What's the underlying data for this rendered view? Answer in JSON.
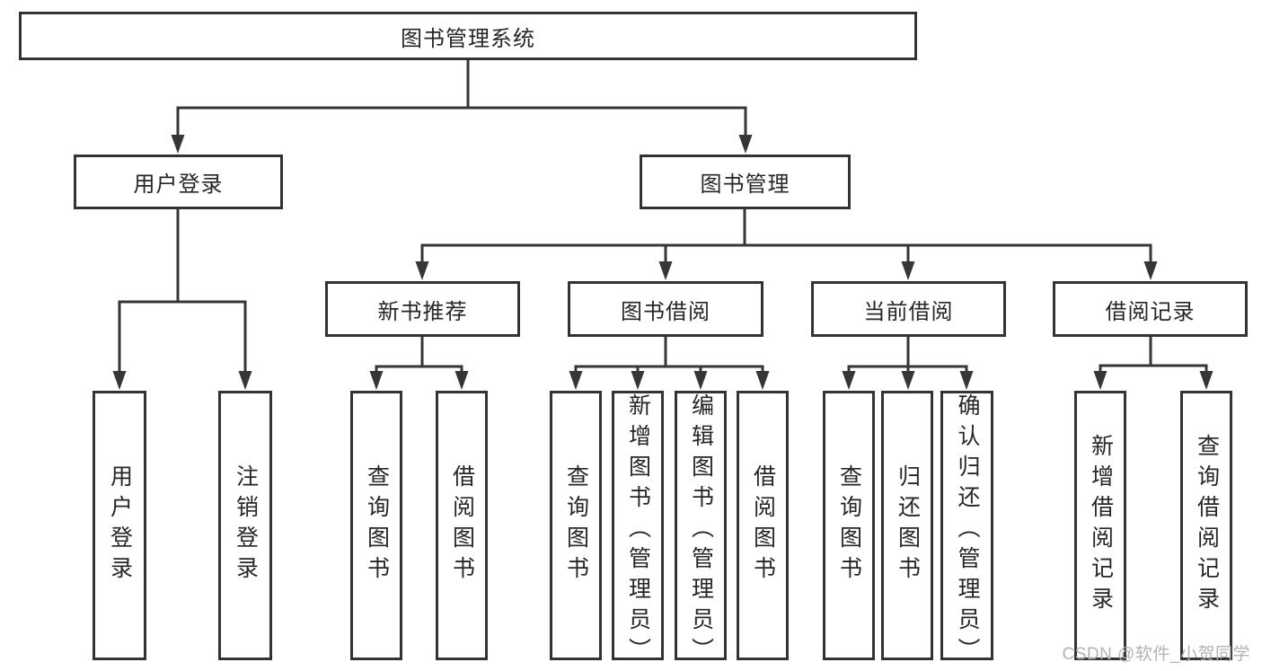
{
  "diagram": {
    "title": "图书管理系统",
    "root": {
      "label": "图书管理系统"
    },
    "level2": {
      "user_login": {
        "label": "用户登录"
      },
      "book_management": {
        "label": "图书管理"
      }
    },
    "level3": {
      "new_book_recommendation": {
        "label": "新书推荐"
      },
      "book_borrowing": {
        "label": "图书借阅"
      },
      "current_borrowing": {
        "label": "当前借阅"
      },
      "borrowing_records": {
        "label": "借阅记录"
      }
    },
    "leaves": {
      "user_login": {
        "label": "用户登录"
      },
      "logout": {
        "label": "注销登录"
      },
      "rec_query_books": {
        "label": "查询图书"
      },
      "rec_borrow_books": {
        "label": "借阅图书"
      },
      "borrow_query_books": {
        "label": "查询图书"
      },
      "borrow_add_books_admin": {
        "label": "新增图书（管理员）"
      },
      "borrow_edit_books_admin": {
        "label": "编辑图书（管理员）"
      },
      "borrow_borrow_books": {
        "label": "借阅图书"
      },
      "current_query_books": {
        "label": "查询图书"
      },
      "current_return_books": {
        "label": "归还图书"
      },
      "current_confirm_return_admin": {
        "label": "确认归还（管理员）"
      },
      "record_add_borrow_record": {
        "label": "新增借阅记录"
      },
      "record_query_borrow_record": {
        "label": "查询借阅记录"
      }
    }
  },
  "watermark": {
    "text": "CSDN @软件_小贺同学"
  },
  "colors": {
    "line": "#363636",
    "box_border": "#333333",
    "text": "#262626",
    "watermark": "#b3b3b3",
    "background": "#ffffff"
  }
}
